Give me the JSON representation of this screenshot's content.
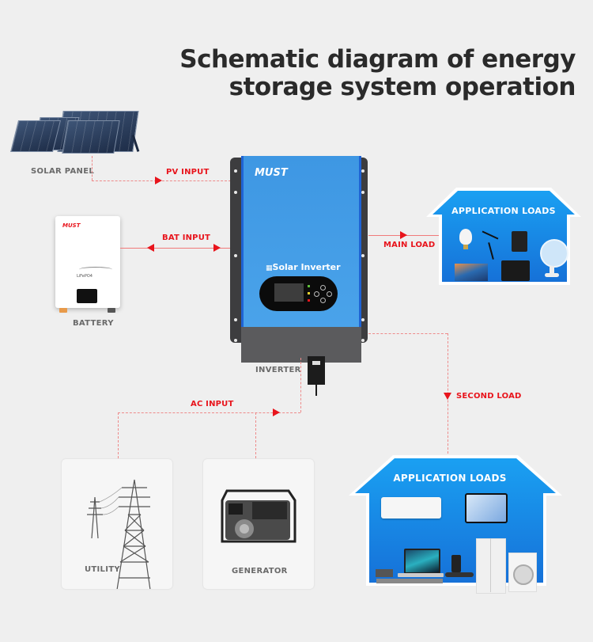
{
  "title": {
    "line1": "Schematic diagram of energy",
    "line2": "storage system operation"
  },
  "components": {
    "solar_panel": {
      "label": "SOLAR PANEL",
      "icon": "solar-panel-icon"
    },
    "battery": {
      "label": "BATTERY",
      "brand": "MUST",
      "chemistry": "LiFePO4",
      "icon": "battery-icon"
    },
    "inverter": {
      "label": "INVERTER",
      "brand": "MUST",
      "product_name": "Solar Inverter",
      "icon": "inverter-icon"
    },
    "utility": {
      "label": "UTILITY",
      "icon": "power-tower-icon"
    },
    "generator": {
      "label": "GENERATOR",
      "icon": "generator-icon"
    },
    "main_loads": {
      "title": "APPLICATION  LOADS",
      "items": [
        "light-bulb",
        "desk-lamp",
        "coffee-machine",
        "fan",
        "tv",
        "printer"
      ]
    },
    "second_loads": {
      "title": "APPLICATION  LOADS",
      "items": [
        "air-conditioner",
        "tablet",
        "laptop",
        "phone-dock",
        "refrigerator",
        "washing-machine"
      ]
    }
  },
  "connections": [
    {
      "label": "PV INPUT",
      "from": "solar_panel",
      "to": "inverter",
      "direction": "to-inverter"
    },
    {
      "label": "BAT INPUT",
      "from": "battery",
      "to": "inverter",
      "direction": "bidirectional"
    },
    {
      "label": "MAIN LOAD",
      "from": "inverter",
      "to": "main_loads",
      "direction": "to-load"
    },
    {
      "label": "SECOND LOAD",
      "from": "inverter",
      "to": "second_loads",
      "direction": "to-load"
    },
    {
      "label": "AC INPUT",
      "from": "utility,generator",
      "to": "inverter",
      "direction": "to-inverter"
    }
  ],
  "colors": {
    "accent_red": "#e8141c",
    "inverter_blue": "#3e97e3",
    "house_blue": "#1a8ee8",
    "text_dark": "#2a2a2a",
    "label_gray": "#6a6a6a",
    "background": "#efefef"
  }
}
